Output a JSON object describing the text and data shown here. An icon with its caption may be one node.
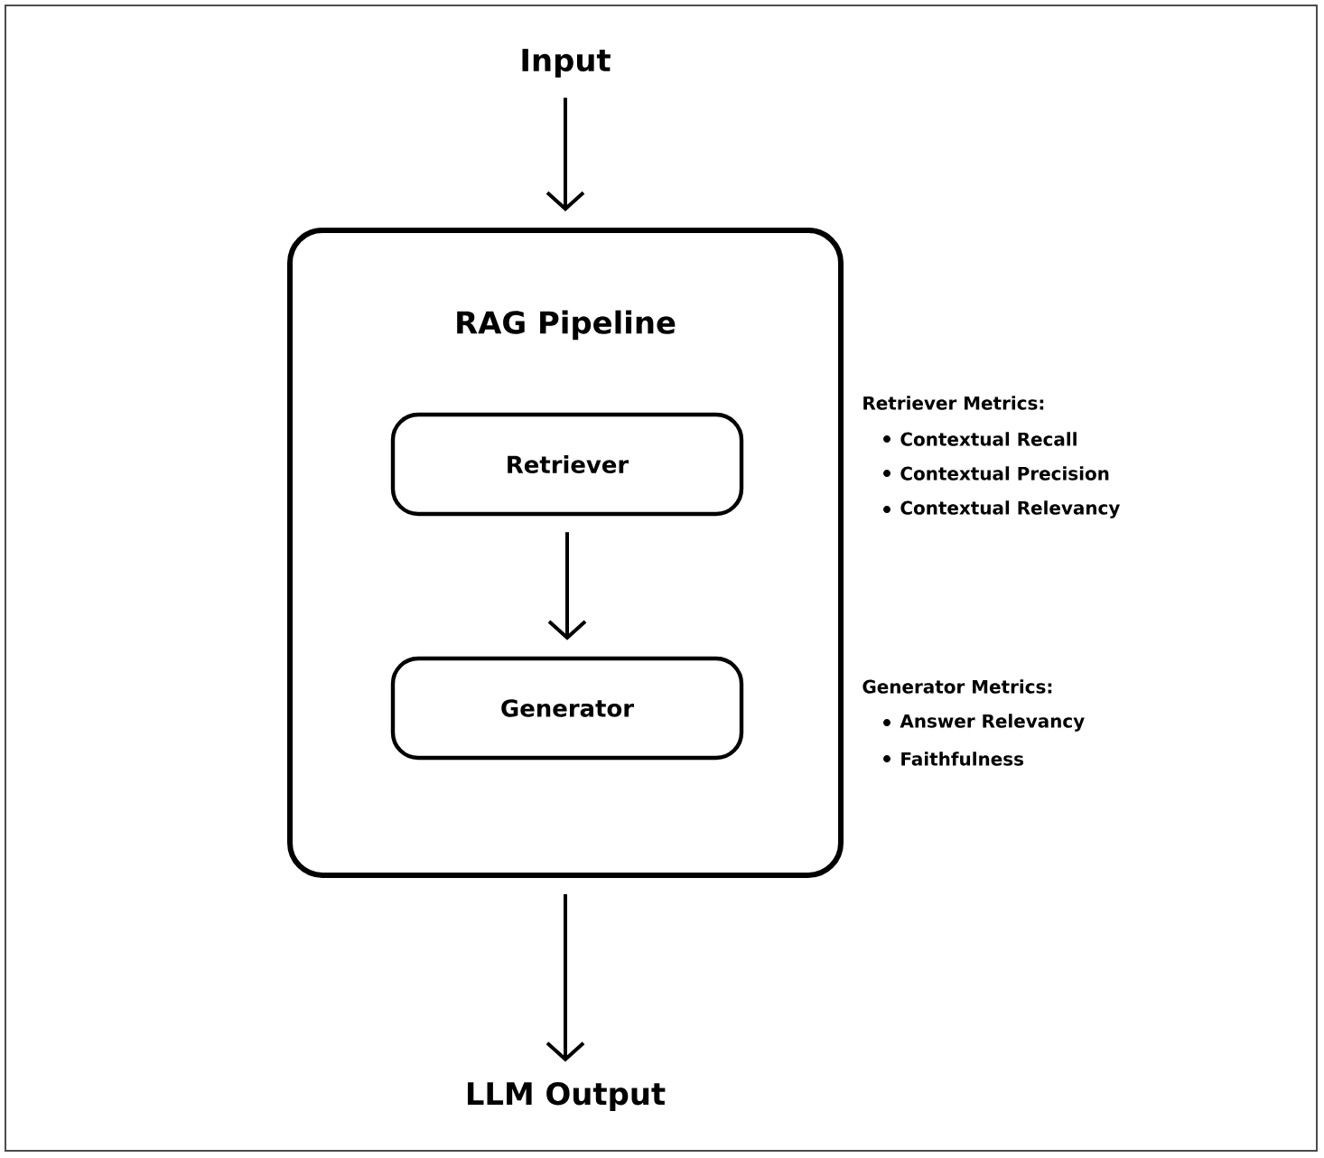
{
  "diagram": {
    "nodes": [
      {
        "text": [
          "Input"
        ]
      },
      {
        "text": [
          "RAG Pipeline"
        ]
      },
      {
        "text": [
          "Retriever"
        ],
        "in": 1
      },
      {
        "text": [
          "Generator"
        ],
        "in": 1
      },
      {
        "text": [
          "LLM Output"
        ]
      }
    ],
    "edges": [
      {
        "from": 0,
        "to": 1,
        "arrow": "to"
      },
      {
        "from": 2,
        "to": 3,
        "arrow": "to"
      },
      {
        "from": 1,
        "to": 4,
        "arrow": "to"
      }
    ],
    "labels": [
      "Retriever Metrics:",
      "Contextual Recall",
      "Contextual Precision",
      "Contextual Relevancy",
      "Generator Metrics:",
      "Answer Relevancy",
      "Faithfulness"
    ]
  }
}
